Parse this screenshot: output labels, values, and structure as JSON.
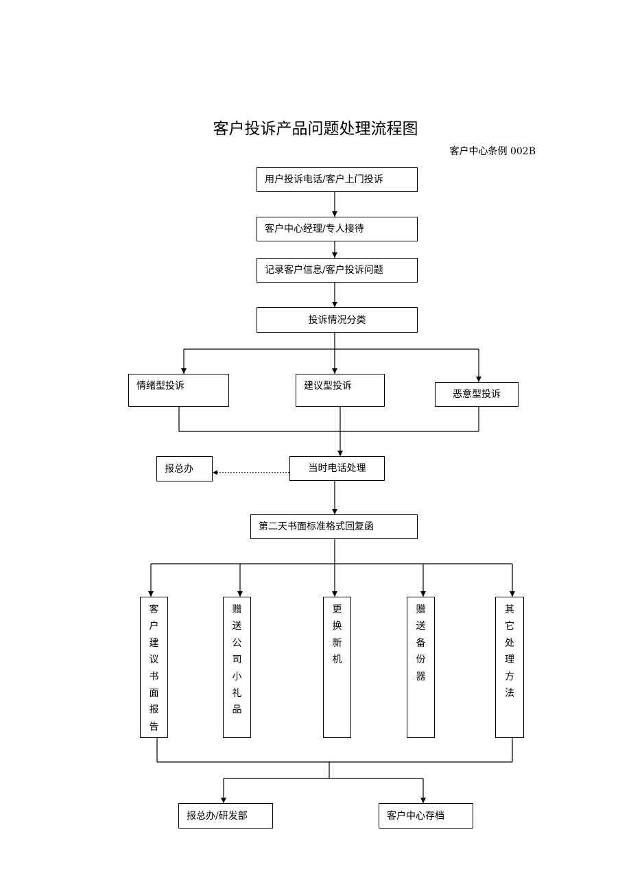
{
  "title": "客户投诉产品问题处理流程图",
  "doc_number": "客户中心条例 002B",
  "steps": {
    "intake": "用户投诉电话/客户上门投诉",
    "reception": "客户中心经理/专人接待",
    "record": "记录客户信息/客户投诉问题",
    "classify": "投诉情况分类"
  },
  "categories": {
    "emotional": "情绪型投诉",
    "suggestion": "建议型投诉",
    "malicious": "恶意型投诉"
  },
  "phone_handling": "当时电话处理",
  "report_gm": "报总办",
  "reply_letter": "第二天书面标准格式回复函",
  "outcomes": {
    "written_report": "客户建议书面报告",
    "gift": "赠送公司小礼品",
    "replace": "更换新机",
    "spare": "赠送备份器",
    "other": "其它处理方法"
  },
  "final": {
    "report_rd": "报总办/研发部",
    "archive": "客户中心存档"
  }
}
